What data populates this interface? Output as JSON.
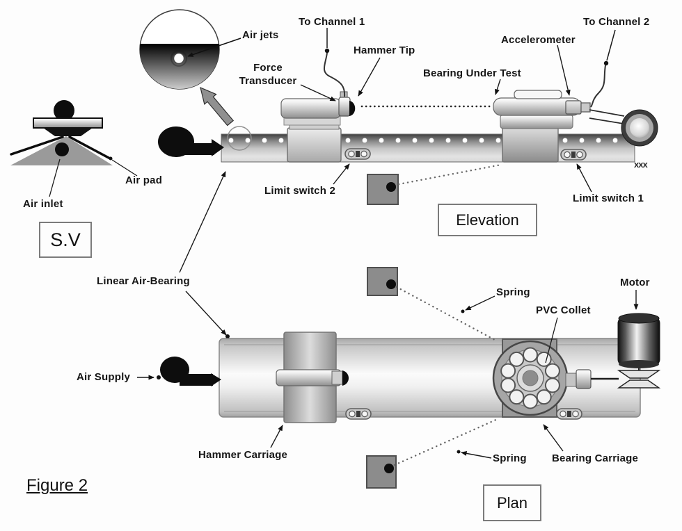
{
  "figure": {
    "caption": "Figure 2"
  },
  "colors": {
    "background": "#fdfdfd",
    "ink": "#161616",
    "panel_gray": "#8c8c8c",
    "beam_dark": "#404040",
    "beam_light": "#e3e3e3"
  },
  "labels": {
    "air_jets": "Air jets",
    "to_channel_1": "To Channel 1",
    "hammer_tip": "Hammer Tip",
    "force_transducer": "Force\nTransducer",
    "accelerometer": "Accelerometer",
    "bearing_under_test": "Bearing Under Test",
    "to_channel_2": "To Channel 2",
    "air_pad": "Air pad",
    "air_inlet": "Air inlet",
    "side_view_box": "S.V",
    "limit_switch_2": "Limit switch 2",
    "limit_switch_1": "Limit switch 1",
    "elevation_box": "Elevation",
    "linear_air_bearing": "Linear Air-Bearing",
    "spring_upper": "Spring",
    "pvc_collet": "PVC Collet",
    "motor": "Motor",
    "air_supply": "Air Supply",
    "hammer_carriage": "Hammer Carriage",
    "spring_lower": "Spring",
    "bearing_carriage": "Bearing Carriage",
    "plan_box": "Plan",
    "ground_marks": "xxx"
  }
}
